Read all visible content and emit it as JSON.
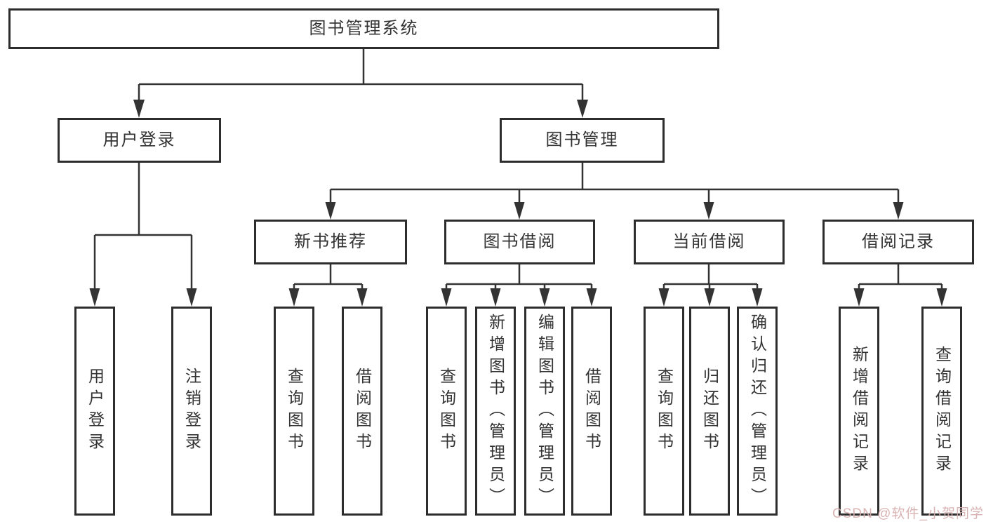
{
  "tree": {
    "root": {
      "label": "图书管理系统"
    },
    "branches": [
      {
        "label": "用户登录",
        "children": [
          {
            "label": "用户登录"
          },
          {
            "label": "注销登录"
          }
        ]
      },
      {
        "label": "图书管理",
        "children": [
          {
            "label": "新书推荐",
            "children": [
              {
                "label": "查询图书"
              },
              {
                "label": "借阅图书"
              }
            ]
          },
          {
            "label": "图书借阅",
            "children": [
              {
                "label": "查询图书"
              },
              {
                "label": "新增图书（管理员）"
              },
              {
                "label": "编辑图书（管理员）"
              },
              {
                "label": "借阅图书"
              }
            ]
          },
          {
            "label": "当前借阅",
            "children": [
              {
                "label": "查询图书"
              },
              {
                "label": "归还图书"
              },
              {
                "label": "确认归还（管理员）"
              }
            ]
          },
          {
            "label": "借阅记录",
            "children": [
              {
                "label": "新增借阅记录"
              },
              {
                "label": "查询借阅记录"
              }
            ]
          }
        ]
      }
    ]
  },
  "watermark": {
    "text": "CSDN @软件_小贺同学",
    "color": "#d6adad"
  },
  "colors": {
    "background": "#ffffff",
    "line": "#333333",
    "box_border": "#2d2d2d",
    "text": "#333333"
  }
}
